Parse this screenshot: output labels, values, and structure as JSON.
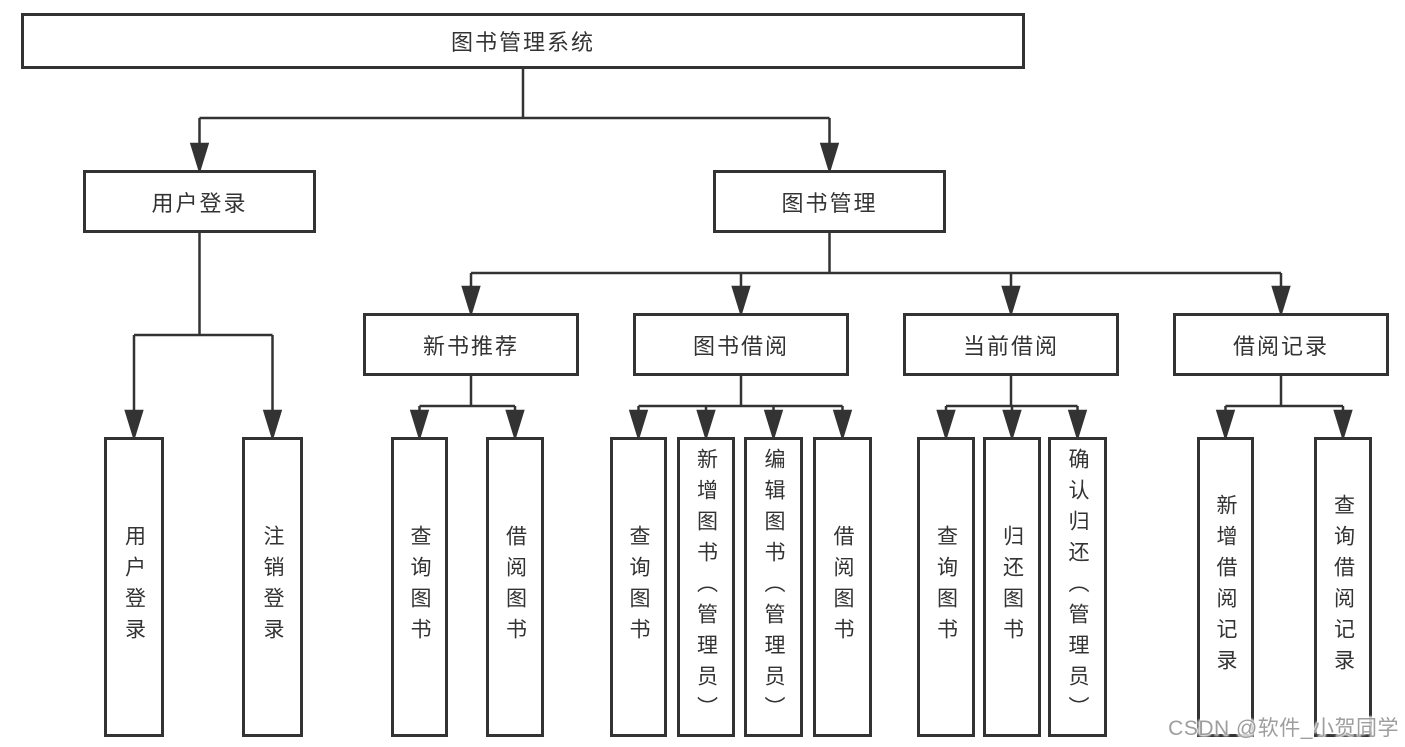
{
  "diagram": {
    "root": {
      "label": "图书管理系统"
    },
    "user_login": {
      "label": "用户登录",
      "children": [
        {
          "label": "用户登录"
        },
        {
          "label": "注销登录"
        }
      ]
    },
    "book_mgmt": {
      "label": "图书管理",
      "new_book_rec": {
        "label": "新书推荐",
        "children": [
          {
            "label": "查询图书"
          },
          {
            "label": "借阅图书"
          }
        ]
      },
      "book_borrow": {
        "label": "图书借阅",
        "children": [
          {
            "label": "查询图书"
          },
          {
            "label": "新增图书（管理员）"
          },
          {
            "label": "编辑图书（管理员）"
          },
          {
            "label": "借阅图书"
          }
        ]
      },
      "current_borrow": {
        "label": "当前借阅",
        "children": [
          {
            "label": "查询图书"
          },
          {
            "label": "归还图书"
          },
          {
            "label": "确认归还（管理员）"
          }
        ]
      },
      "borrow_records": {
        "label": "借阅记录",
        "children": [
          {
            "label": "新增借阅记录"
          },
          {
            "label": "查询借阅记录"
          }
        ]
      }
    }
  },
  "watermark": {
    "text": "CSDN @软件_小贺同学"
  },
  "colors": {
    "line": "#333333",
    "box_border": "#333333",
    "text": "#333333",
    "watermark": "#9e9e9e",
    "background": "#ffffff"
  }
}
